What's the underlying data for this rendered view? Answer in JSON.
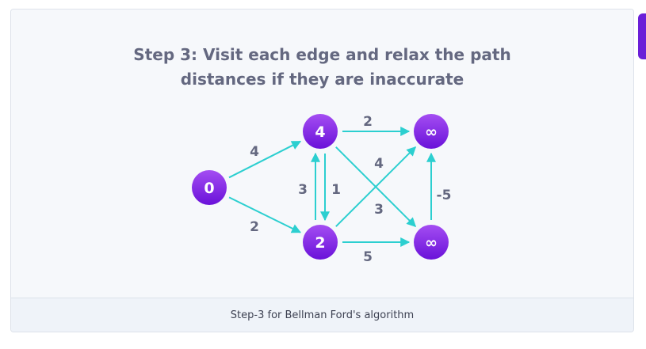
{
  "figure": {
    "title_line1": "Step 3: Visit each edge and relax the path",
    "title_line2": "distances if they are inaccurate",
    "caption": "Step-3 for Bellman Ford's algorithm"
  },
  "colors": {
    "node_fill_top": "#a44df2",
    "node_fill_bottom": "#6a12d9",
    "edge": "#2ccfd0",
    "text": "#646880",
    "accent_tab": "#6b1fd8"
  },
  "graph": {
    "nodes": [
      {
        "id": "A",
        "label": "0"
      },
      {
        "id": "B",
        "label": "4"
      },
      {
        "id": "C",
        "label": "2"
      },
      {
        "id": "D",
        "label": "∞"
      },
      {
        "id": "E",
        "label": "∞"
      }
    ],
    "edges": [
      {
        "from": "A",
        "to": "B",
        "weight": "4"
      },
      {
        "from": "A",
        "to": "C",
        "weight": "2"
      },
      {
        "from": "B",
        "to": "C",
        "weight": "3"
      },
      {
        "from": "C",
        "to": "B",
        "weight": "1"
      },
      {
        "from": "B",
        "to": "D",
        "weight": "2"
      },
      {
        "from": "C",
        "to": "D",
        "weight": "4"
      },
      {
        "from": "B",
        "to": "E",
        "weight": "3"
      },
      {
        "from": "C",
        "to": "E",
        "weight": "5"
      },
      {
        "from": "E",
        "to": "D",
        "weight": "-5"
      }
    ]
  }
}
